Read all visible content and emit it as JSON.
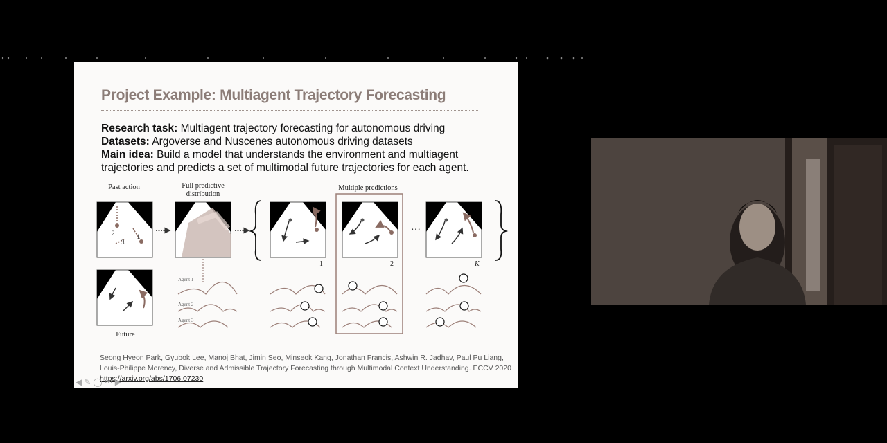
{
  "slide": {
    "title": "Project Example: Multiagent Trajectory Forecasting",
    "research_label": "Research task:",
    "research_text": " Multiagent trajectory forecasting for autonomous driving",
    "datasets_label": "Datasets:",
    "datasets_text": " Argoverse and Nuscenes autonomous driving datasets",
    "idea_label": "Main idea:",
    "idea_text_1": " Build a model that understands the environment and multiagent",
    "idea_text_2": "trajectories and predicts a set of multimodal future trajectories for each agent."
  },
  "figure": {
    "past_action": "Past action",
    "full_pred_1": "Full predictive",
    "full_pred_2": "distribution",
    "multiple_predictions": "Multiple predictions",
    "future": "Future",
    "agent1": "Agent 1",
    "agent2": "Agent 2",
    "agent3": "Agent 3",
    "idx1": "1",
    "idx2": "2",
    "idxK": "K",
    "ellipsis": "···",
    "num1": "1",
    "num2": "2",
    "num3": "3"
  },
  "citation": {
    "authors_1": "Seong Hyeon Park, Gyubok Lee, Manoj Bhat, Jimin Seo, Minseok Kang, Jonathan Francis, Ashwin R. Jadhav, Paul Pu Liang,",
    "authors_2": "Louis-Philippe Morency, Diverse and Admissible Trajectory Forecasting through Multimodal Context Understanding. ECCV 2020",
    "link": "https://arxiv.org/abs/1706.07230"
  },
  "controls": {
    "prev_icon": "arrow-left-icon",
    "pen_icon": "pen-icon",
    "zoom_icon": "zoom-icon",
    "menu_icon": "menu-icon",
    "next_icon": "arrow-right-icon"
  }
}
